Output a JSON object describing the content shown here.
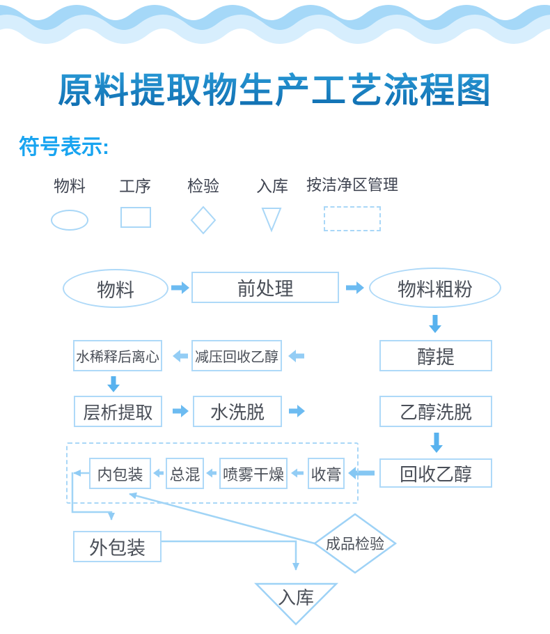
{
  "title": "原料提取物生产工艺流程图",
  "legend": {
    "heading": "符号表示:",
    "items": [
      {
        "label": "物料",
        "shape": "ellipse"
      },
      {
        "label": "工序",
        "shape": "rect"
      },
      {
        "label": "检验",
        "shape": "diamond"
      },
      {
        "label": "入库",
        "shape": "triangle-down"
      },
      {
        "label": "按洁净区管理",
        "shape": "dashed-rect"
      }
    ]
  },
  "flow": {
    "nodes": {
      "material": "物料",
      "pretreatment": "前处理",
      "coarse_powder": "物料粗粉",
      "alcohol_extraction": "醇提",
      "vacuum_recovery": "减压回收乙醇",
      "water_dilution_centrifuge": "水稀释后离心",
      "chromatography": "层析提取",
      "water_elution": "水洗脱",
      "ethanol_elution": "乙醇洗脱",
      "ethanol_recovery": "回收乙醇",
      "paste_collection": "收膏",
      "spray_drying": "喷雾干燥",
      "total_mixing": "总混",
      "inner_packaging": "内包装",
      "outer_packaging": "外包装",
      "product_inspection": "成品检验",
      "warehousing": "入库"
    },
    "edges": [
      {
        "from": "material",
        "to": "pretreatment"
      },
      {
        "from": "pretreatment",
        "to": "coarse_powder"
      },
      {
        "from": "coarse_powder",
        "to": "alcohol_extraction"
      },
      {
        "from": "alcohol_extraction",
        "to": "vacuum_recovery"
      },
      {
        "from": "vacuum_recovery",
        "to": "water_dilution_centrifuge"
      },
      {
        "from": "water_dilution_centrifuge",
        "to": "chromatography"
      },
      {
        "from": "chromatography",
        "to": "water_elution"
      },
      {
        "from": "water_elution",
        "to": "ethanol_elution"
      },
      {
        "from": "ethanol_elution",
        "to": "ethanol_recovery"
      },
      {
        "from": "ethanol_recovery",
        "to": "paste_collection"
      },
      {
        "from": "paste_collection",
        "to": "spray_drying"
      },
      {
        "from": "spray_drying",
        "to": "total_mixing"
      },
      {
        "from": "total_mixing",
        "to": "inner_packaging"
      },
      {
        "from": "inner_packaging",
        "to": "outer_packaging"
      },
      {
        "from": "outer_packaging",
        "to": "warehousing"
      },
      {
        "from": "product_inspection",
        "to": "inner_packaging"
      }
    ],
    "clean_area_nodes": [
      "inner_packaging",
      "total_mixing",
      "spray_drying",
      "paste_collection"
    ]
  },
  "colors": {
    "title_gradient_top": "#2fa3de",
    "title_gradient_bottom": "#0b67ab",
    "legend_heading": "#18a4f0",
    "shape_border": "#a9d7f7",
    "node_text": "#4a4f58",
    "arrow_right": "#6cbbf1",
    "arrow_left_light": "#93cdf5",
    "arrow_down": "#58b2ee",
    "thin_line": "#a0d4f6",
    "wave_dark": "#a5d8f8",
    "wave_light": "#d7eefd"
  }
}
